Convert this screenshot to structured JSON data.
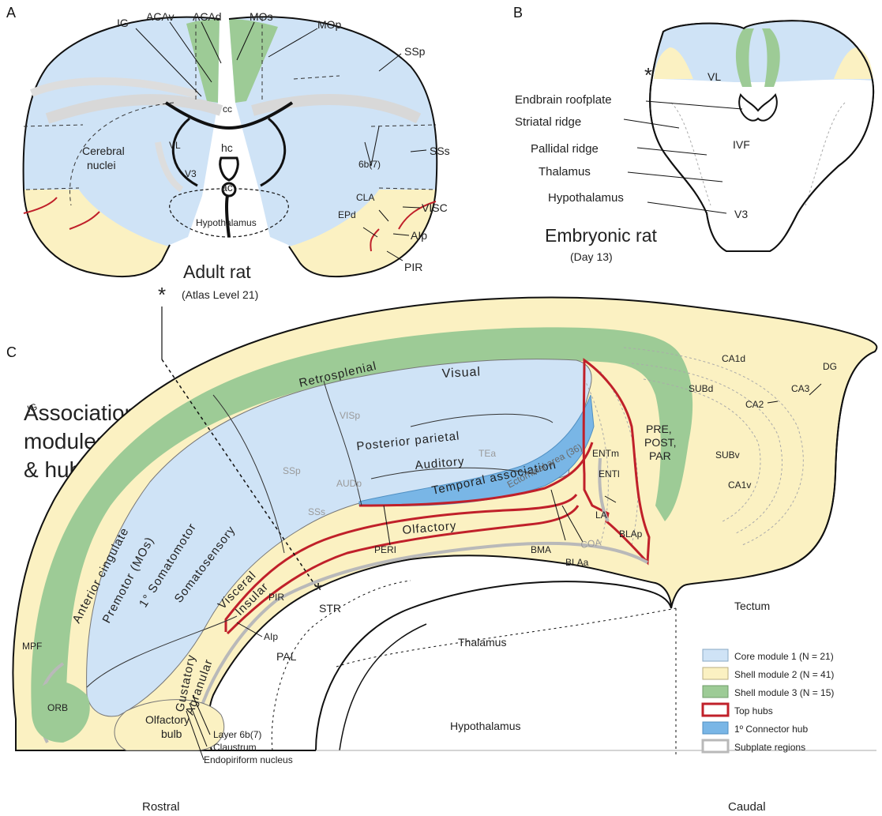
{
  "panels": {
    "a": "A",
    "b": "B",
    "c": "C"
  },
  "panel_a": {
    "title": "Adult rat",
    "subtitle": "(Atlas Level 21)",
    "labels": {
      "ig": "IG",
      "acav": "ACAv",
      "acad": "ACAd",
      "mos": "MOs",
      "mop": "MOp",
      "ssp": "SSp",
      "sss": "SSs",
      "cc": "cc",
      "vl": "VL",
      "hc": "hc",
      "v3": "V3",
      "ac": "ac",
      "cerebral_nuclei": "Cerebral\nnuclei",
      "hypothalamus": "Hypothalamus",
      "layer6b": "6b(7)",
      "cla": "CLA",
      "epd": "EPd",
      "visc": "VISC",
      "aip": "AIp",
      "pir": "PIR"
    },
    "asterisk": "*"
  },
  "panel_b": {
    "title": "Embryonic rat",
    "subtitle": "(Day 13)",
    "labels": {
      "vl": "VL",
      "endbrain_roofplate": "Endbrain roofplate",
      "striatal_ridge": "Striatal ridge",
      "ivf": "IVF",
      "pallidal_ridge": "Pallidal ridge",
      "thalamus": "Thalamus",
      "hypothalamus": "Hypothalamus",
      "v3": "V3"
    },
    "asterisk": "*"
  },
  "panel_c": {
    "heading": "Association\nmodules\n& hubs",
    "regions": {
      "retrosplenial": "Retrosplenial",
      "visual": "Visual",
      "posterior_parietal": "Posterior parietal",
      "auditory": "Auditory",
      "temporal_association": "Temporal association",
      "ectorhinal": "Ectorhinal area (36)",
      "olfactory": "Olfactory",
      "anterior_cingulate": "Anterior cingulate",
      "premotor": "Premotor (MOs)",
      "somatomotor": "1° Somatomotor",
      "somatosensory": "Somatosensory",
      "visceral": "Visceral",
      "insular": "Insular",
      "gustatory": "Gustatory",
      "agranular": "Agranular"
    },
    "labels": {
      "ig": "IG",
      "visp": "VISp",
      "tea": "TEa",
      "ssp": "SSp",
      "audp": "AUDp",
      "sss": "SSs",
      "ca1d": "CA1d",
      "dg": "DG",
      "subd": "SUBd",
      "ca3": "CA3",
      "ca2": "CA2",
      "pre_post_par": "PRE,\nPOST,\nPAR",
      "subv": "SUBv",
      "ca1v": "CA1v",
      "entm": "ENTm",
      "entl": "ENTl",
      "la": "LA",
      "blap": "BLAp",
      "coa": "COA",
      "bma": "BMA",
      "blaa": "BLAa",
      "peri": "PERI",
      "pir": "PIR",
      "aip": "AIp",
      "str": "STR",
      "pal": "PAL",
      "mpf": "MPF",
      "orb": "ORB",
      "olfactory_bulb": "Olfactory\nbulb",
      "layer6b": "Layer 6b(7)",
      "claustrum": "Claustrum",
      "endopiriform": "Endopiriform nucleus",
      "thalamus": "Thalamus",
      "hypothalamus": "Hypothalamus",
      "tectum": "Tectum",
      "rostral": "Rostral",
      "caudal": "Caudal"
    },
    "asterisk": "*"
  },
  "legend": [
    {
      "label": "Core module 1 (N = 21)",
      "fill": "#cfe3f6",
      "stroke": "#8aa8c4",
      "kind": "fill"
    },
    {
      "label": "Shell module 2 (N = 41)",
      "fill": "#fbf1c2",
      "stroke": "#b9ad82",
      "kind": "fill"
    },
    {
      "label": "Shell module 3 (N = 15)",
      "fill": "#9dcb96",
      "stroke": "#6f9b68",
      "kind": "fill"
    },
    {
      "label": "Top hubs",
      "fill": "#ffffff",
      "stroke": "#c0202a",
      "kind": "outline"
    },
    {
      "label": "1º Connector hub",
      "fill": "#79b6e6",
      "stroke": "#4f8fc2",
      "kind": "fill"
    },
    {
      "label": "Subplate regions",
      "fill": "#ffffff",
      "stroke": "#b9b9b9",
      "kind": "outline"
    }
  ],
  "colors": {
    "core": "#cfe3f6",
    "shell2": "#fbf1c2",
    "shell3": "#9dcb96",
    "hub_red": "#c0202a",
    "connector": "#79b6e6",
    "subplate": "#b9b9b9"
  }
}
